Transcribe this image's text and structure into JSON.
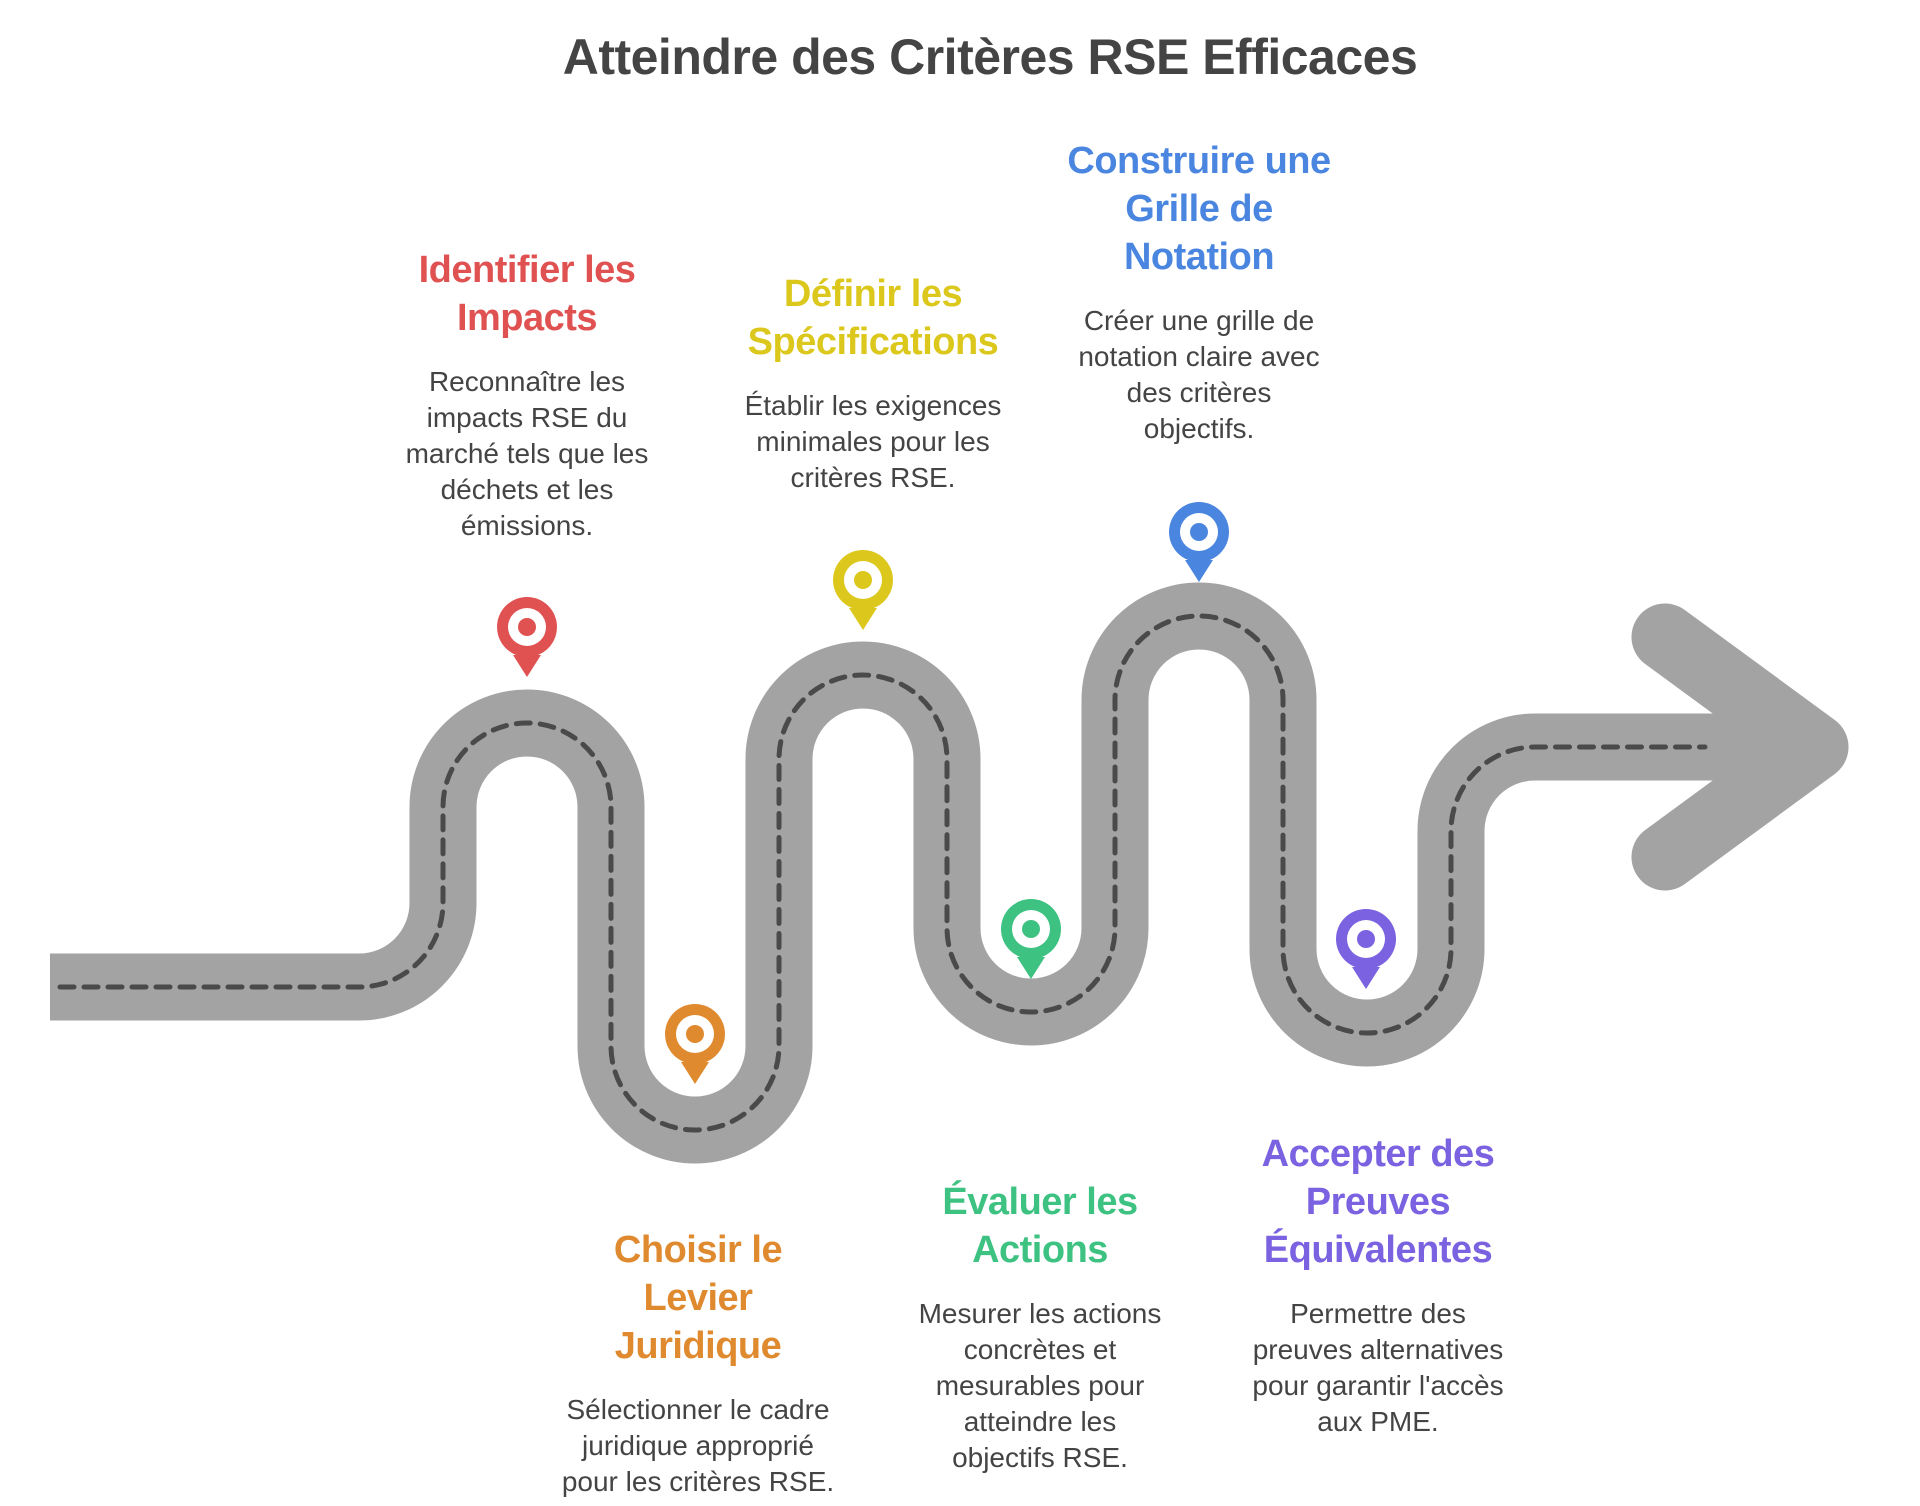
{
  "title": "Atteindre des Critères RSE Efficaces",
  "road": {
    "road_color": "#a3a3a3",
    "dash_color": "#4a4a4a"
  },
  "steps": [
    {
      "id": "identifier-impacts",
      "heading_lines": [
        "Identifier les",
        "Impacts"
      ],
      "description_lines": [
        "Reconnaître les",
        "impacts RSE du",
        "marché tels que les",
        "déchets et les",
        "émissions."
      ],
      "color": "#e05252",
      "position": "above"
    },
    {
      "id": "choisir-levier",
      "heading_lines": [
        "Choisir le",
        "Levier",
        "Juridique"
      ],
      "description_lines": [
        "Sélectionner le cadre",
        "juridique approprié",
        "pour les critères RSE."
      ],
      "color": "#e08a30",
      "position": "below"
    },
    {
      "id": "definir-specifications",
      "heading_lines": [
        "Définir les",
        "Spécifications"
      ],
      "description_lines": [
        "Établir les exigences",
        "minimales pour les",
        "critères RSE."
      ],
      "color": "#dcc81c",
      "position": "above"
    },
    {
      "id": "evaluer-actions",
      "heading_lines": [
        "Évaluer les",
        "Actions"
      ],
      "description_lines": [
        "Mesurer les actions",
        "concrètes et",
        "mesurables pour",
        "atteindre les",
        "objectifs RSE."
      ],
      "color": "#3dc282",
      "position": "below"
    },
    {
      "id": "construire-grille",
      "heading_lines": [
        "Construire une",
        "Grille de",
        "Notation"
      ],
      "description_lines": [
        "Créer une grille de",
        "notation claire avec",
        "des critères",
        "objectifs."
      ],
      "color": "#4a86e0",
      "position": "above"
    },
    {
      "id": "accepter-preuves",
      "heading_lines": [
        "Accepter des",
        "Preuves",
        "Équivalentes"
      ],
      "description_lines": [
        "Permettre des",
        "preuves alternatives",
        "pour garantir l'accès",
        "aux PME."
      ],
      "color": "#7a62e0",
      "position": "below"
    }
  ]
}
